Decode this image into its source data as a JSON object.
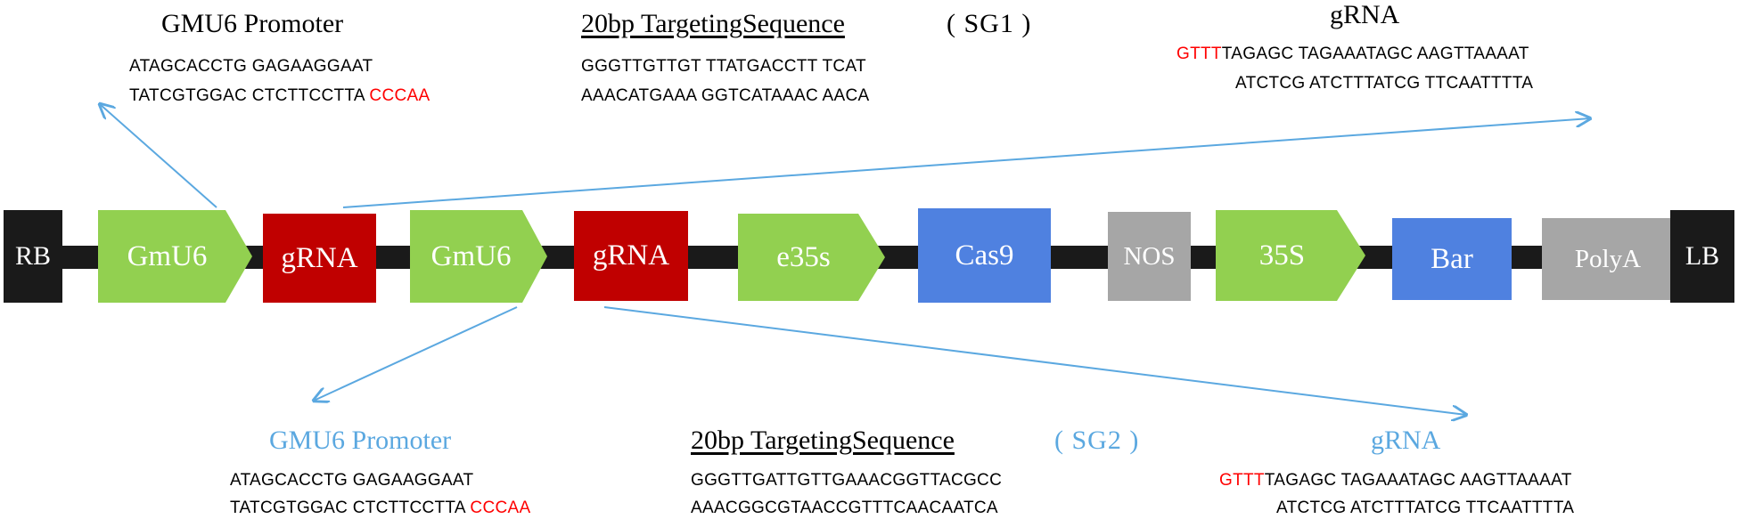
{
  "colors": {
    "promoter_green": "#92D050",
    "grna_red": "#C00000",
    "cas_blue": "#4F81E0",
    "terminator_gray": "#A6A6A6",
    "border_black": "#1A1A1A",
    "annotation_blue": "#5BA8E0",
    "highlight_red": "#FF0000"
  },
  "construct": {
    "elements": [
      {
        "id": "rb",
        "label": "RB",
        "kind": "border"
      },
      {
        "id": "gmu6-1",
        "label": "GmU6",
        "kind": "promoter"
      },
      {
        "id": "grna-1",
        "label": "gRNA",
        "kind": "grna"
      },
      {
        "id": "gmu6-2",
        "label": "GmU6",
        "kind": "promoter"
      },
      {
        "id": "grna-2",
        "label": "gRNA",
        "kind": "grna"
      },
      {
        "id": "e35s",
        "label": "e35s",
        "kind": "promoter"
      },
      {
        "id": "cas9",
        "label": "Cas9",
        "kind": "gene"
      },
      {
        "id": "nos",
        "label": "NOS",
        "kind": "terminator"
      },
      {
        "id": "p35s",
        "label": "35S",
        "kind": "promoter"
      },
      {
        "id": "bar",
        "label": "Bar",
        "kind": "gene"
      },
      {
        "id": "polya",
        "label": "PolyA",
        "kind": "terminator"
      },
      {
        "id": "lb",
        "label": "LB",
        "kind": "border"
      }
    ]
  },
  "sg1": {
    "promoter": {
      "title": "GMU6 Promoter",
      "line1": "ATAGCACCTG GAGAAGGAAT",
      "line2_main": "TATCGTGGAC CTCTTCCTTA ",
      "line2_red": "CCCAA"
    },
    "target": {
      "title": "20bp TargetingSequence",
      "tag": "( SG1 )",
      "line1": "GGGTTGTTGT TTATGACCTT TCAT",
      "line2": "AAACATGAAA GGTCATAAAC AACA"
    },
    "grna": {
      "title": "gRNA",
      "line1_red": "GTTT",
      "line1_main": "TAGAGC  TAGAAATAGC AAGTTAAAAT",
      "line2": "ATCTCG  ATCTTTATCG  TTCAATTTTA"
    }
  },
  "sg2": {
    "promoter": {
      "title": "GMU6 Promoter",
      "line1": "ATAGCACCTG GAGAAGGAAT",
      "line2_main": "TATCGTGGAC CTCTTCCTTA ",
      "line2_red": "CCCAA"
    },
    "target": {
      "title": "20bp TargetingSequence",
      "tag": "( SG2 )",
      "line1": "GGGTTGATTGTTGAAACGGTTACGCC",
      "line2": "AAACGGCGTAACCGTTTCAACAATCA"
    },
    "grna": {
      "title": "gRNA",
      "line1_red": "GTTT",
      "line1_main": "TAGAGC  TAGAAATAGC AAGTTAAAAT",
      "line2": "ATCTCG  ATCTTTATCG  TTCAATTTTA"
    }
  }
}
